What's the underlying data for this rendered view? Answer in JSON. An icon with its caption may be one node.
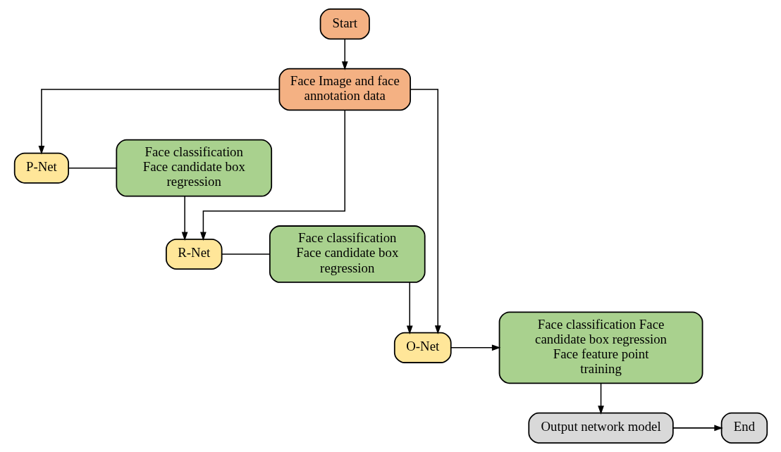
{
  "diagram": {
    "nodes": [
      {
        "text": [
          "Start"
        ]
      },
      {
        "text": [
          "Face Image and face annotation data"
        ]
      },
      {
        "text": [
          "P-Net"
        ]
      },
      {
        "text": [
          "Face classification Face candidate box regression"
        ]
      },
      {
        "text": [
          "R-Net"
        ]
      },
      {
        "text": [
          "Face classification Face candidate box regression"
        ]
      },
      {
        "text": [
          "O-Net"
        ]
      },
      {
        "text": [
          "Face classification Face candidate box regression Face feature point training"
        ]
      },
      {
        "text": [
          "Output network model"
        ]
      },
      {
        "text": [
          "End"
        ]
      }
    ],
    "edges": [
      {
        "from": 0,
        "to": 1,
        "arrow": "to"
      },
      {
        "from": 1,
        "to": 2,
        "arrow": "to"
      },
      {
        "from": 1,
        "to": 4,
        "arrow": "to"
      },
      {
        "from": 1,
        "to": 6,
        "arrow": "to"
      },
      {
        "from": 2,
        "to": 3,
        "arrow": "none"
      },
      {
        "from": 3,
        "to": 4,
        "arrow": "to"
      },
      {
        "from": 4,
        "to": 5,
        "arrow": "none"
      },
      {
        "from": 5,
        "to": 6,
        "arrow": "to"
      },
      {
        "from": 6,
        "to": 7,
        "arrow": "to"
      },
      {
        "from": 7,
        "to": 8,
        "arrow": "to"
      },
      {
        "from": 8,
        "to": 9,
        "arrow": "to"
      }
    ]
  }
}
